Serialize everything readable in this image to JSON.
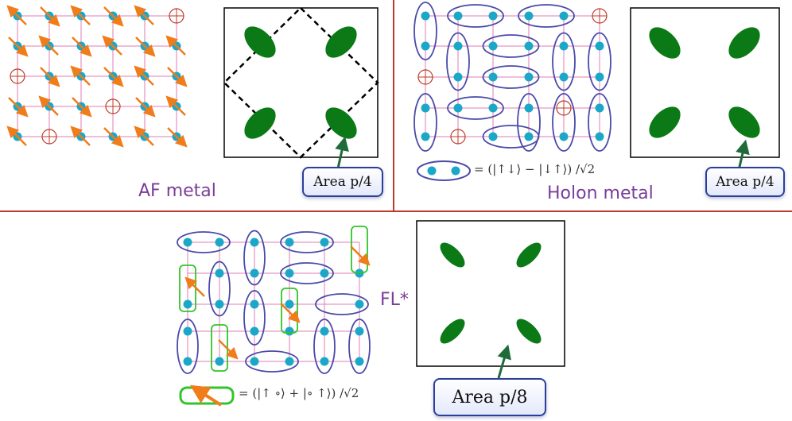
{
  "panels": {
    "af": {
      "title": "AF metal",
      "area_label": "Area p/4"
    },
    "holon": {
      "title": "Holon metal",
      "area_label": "Area p/4",
      "singlet_formula": "= (|↑↓⟩ − |↓↑⟩) /√2"
    },
    "fl": {
      "title": "FL*",
      "area_label": "Area p/8",
      "holon_formula": "= (|↑ ∘⟩ + |∘ ↑⟩) /√2"
    }
  },
  "colors": {
    "lattice": "#e27bb5",
    "site": "#1ba8c8",
    "spin": "#f07c1a",
    "hole": "#c0392b",
    "singlet": "#4a4aa8",
    "holon_pair": "#33c42b",
    "pocket": "#0b7a16",
    "divider": "#c0392b",
    "title": "#7a3d99"
  },
  "icons": [
    "up-spin-arrow",
    "hole-circle",
    "singlet-ellipse",
    "fermi-pocket"
  ]
}
